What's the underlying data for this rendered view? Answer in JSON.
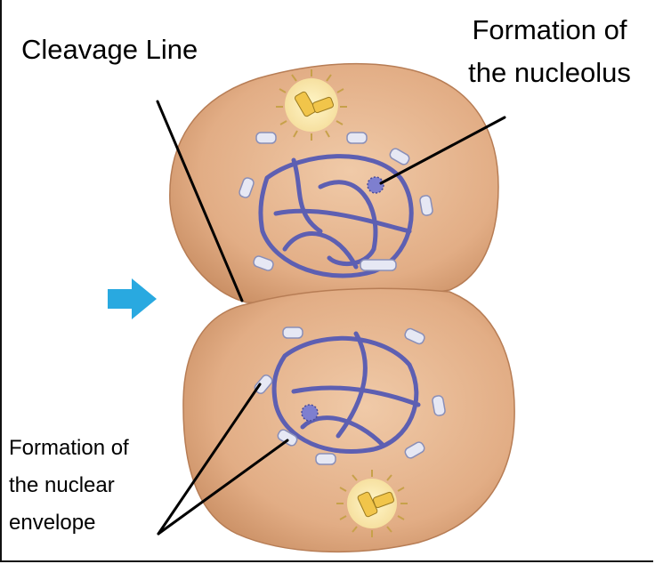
{
  "labels": {
    "cleavage_line": "Cleavage Line",
    "nucleolus_line1": "Formation of",
    "nucleolus_line2": "the nucleolus",
    "envelope_line1": "Formation of",
    "envelope_line2": "the nuclear",
    "envelope_line3": "envelope"
  },
  "colors": {
    "cell_fill": "#e6b48f",
    "cell_shadow": "#c48a60",
    "chromatin": "#5d5fb2",
    "envelope_fragment": "#d9dcef",
    "centrosome": "#f1c54a",
    "arrow": "#29a9e0"
  },
  "icons": {
    "arrow": "right-arrow-icon",
    "centrosome": "centrosome-icon"
  }
}
